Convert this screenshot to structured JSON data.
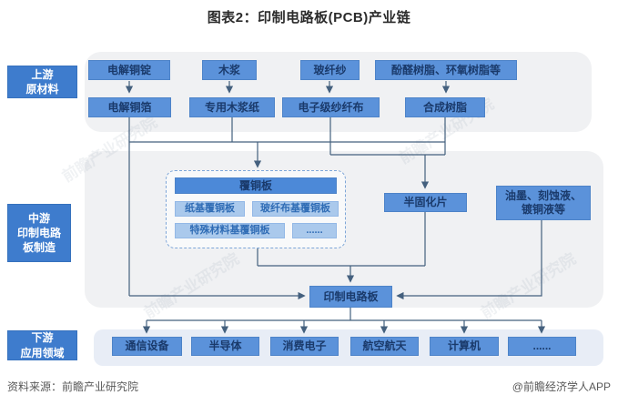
{
  "title": "图表2：印制电路板(PCB)产业链",
  "watermark": "前瞻产业研究院",
  "stages": {
    "upstream": "上游\n原材料",
    "midstream": "中游\n印制电路\n板制造",
    "downstream": "下游\n应用领域"
  },
  "upstream": {
    "row1": [
      {
        "label": "电解铜锭"
      },
      {
        "label": "木浆"
      },
      {
        "label": "玻纤纱"
      },
      {
        "label": "酚醛树脂、环氧树脂等"
      }
    ],
    "row2": [
      {
        "label": "电解铜箔"
      },
      {
        "label": "专用木浆纸"
      },
      {
        "label": "电子级纱纤布"
      },
      {
        "label": "合成树脂"
      }
    ]
  },
  "midstream": {
    "ccl_group": {
      "header": "覆铜板",
      "items": [
        {
          "label": "纸基覆铜板"
        },
        {
          "label": "玻纤布基覆铜板"
        },
        {
          "label": "特殊材料基覆铜板"
        },
        {
          "label": "......"
        }
      ]
    },
    "prepreg": "半固化片",
    "chemicals": "油墨、刻蚀液、\n镀铜液等",
    "pcb": "印制电路板"
  },
  "downstream": {
    "items": [
      {
        "label": "通信设备"
      },
      {
        "label": "半导体"
      },
      {
        "label": "消费电子"
      },
      {
        "label": "航空航天"
      },
      {
        "label": "计算机"
      },
      {
        "label": "......"
      }
    ]
  },
  "footer": {
    "source": "资料来源：前瞻产业研究院",
    "credit": "@前瞻经济学人APP"
  },
  "colors": {
    "node_blue": "#5b92da",
    "node_light_blue": "#aac9ec",
    "stage_blue": "#3e7ccd",
    "line": "#44607e",
    "panel_gray": "#f0f1f3"
  }
}
